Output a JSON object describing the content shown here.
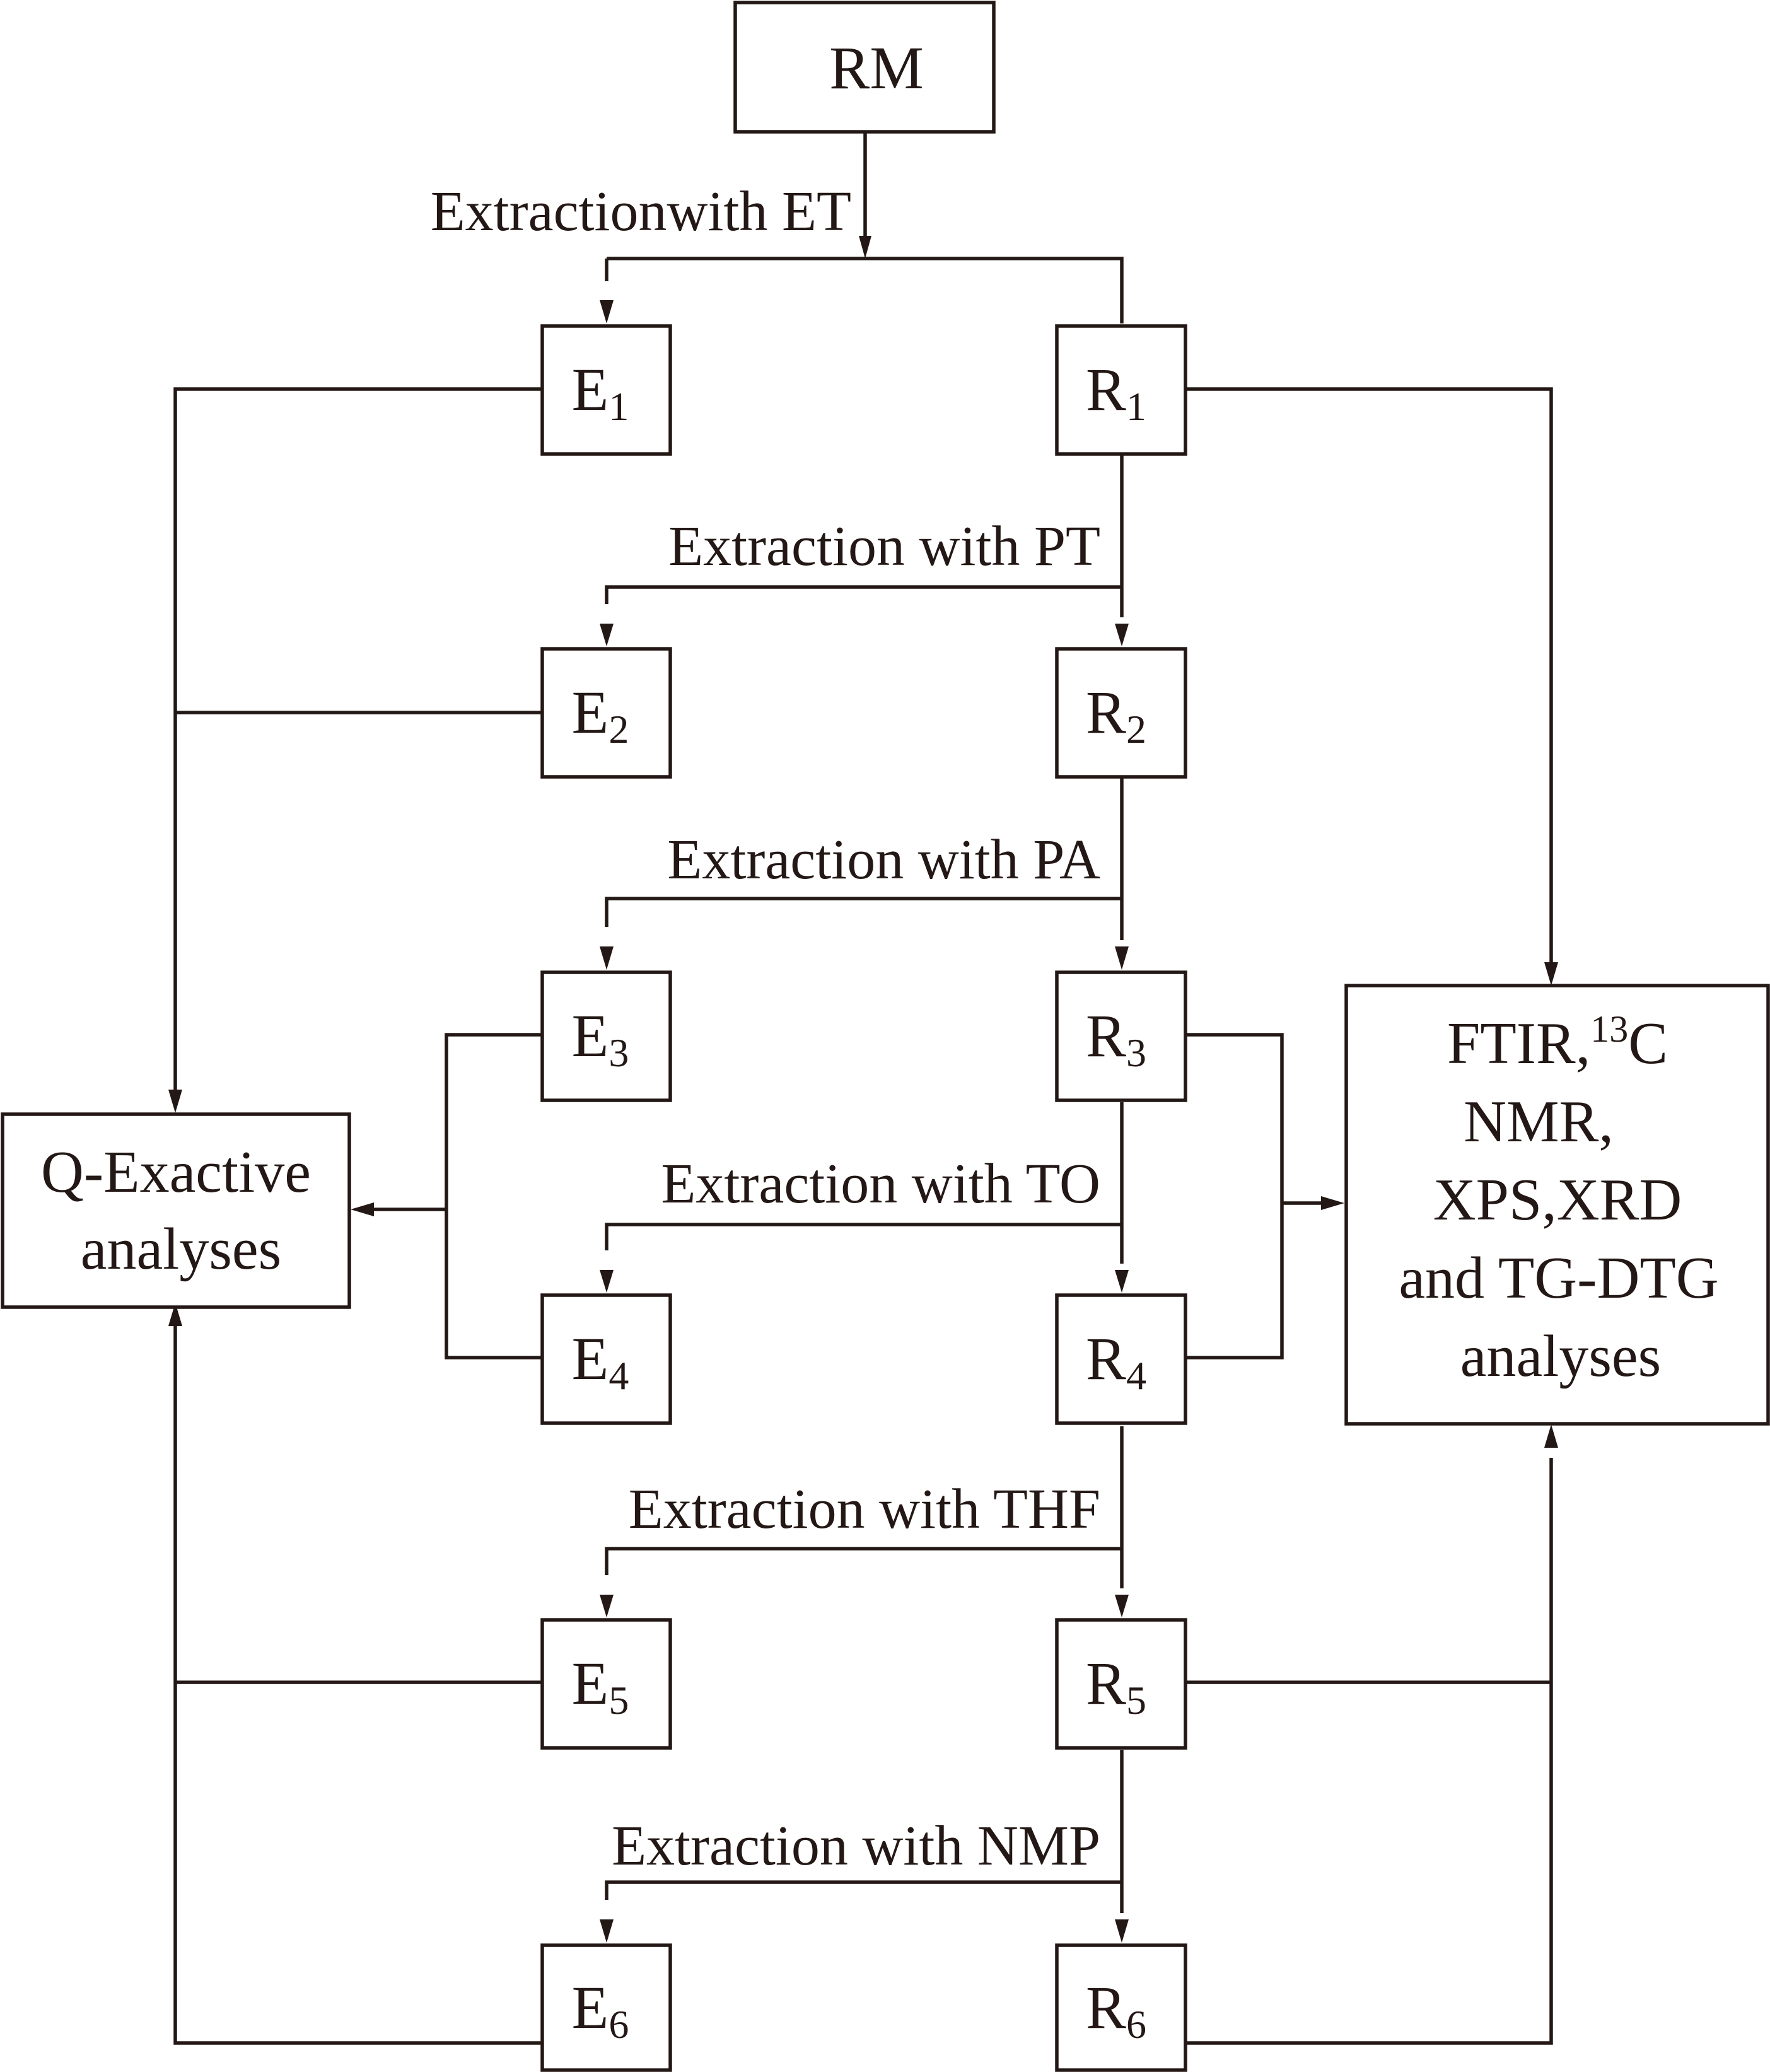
{
  "colors": {
    "ink": "#231815",
    "background": "#ffffff"
  },
  "root": {
    "label": "RM"
  },
  "steps": [
    {
      "text": "Extractionwith ET"
    },
    {
      "text": "Extraction with PT"
    },
    {
      "text": "Extraction with PA"
    },
    {
      "text": "Extraction with TO"
    },
    {
      "text": "Extraction with THF"
    },
    {
      "text": "Extraction with NMP"
    }
  ],
  "extracts": [
    {
      "letter": "E",
      "index": "1"
    },
    {
      "letter": "E",
      "index": "2"
    },
    {
      "letter": "E",
      "index": "3"
    },
    {
      "letter": "E",
      "index": "4"
    },
    {
      "letter": "E",
      "index": "5"
    },
    {
      "letter": "E",
      "index": "6"
    }
  ],
  "residues": [
    {
      "letter": "R",
      "index": "1"
    },
    {
      "letter": "R",
      "index": "2"
    },
    {
      "letter": "R",
      "index": "3"
    },
    {
      "letter": "R",
      "index": "4"
    },
    {
      "letter": "R",
      "index": "5"
    },
    {
      "letter": "R",
      "index": "6"
    }
  ],
  "left_box": {
    "line1": "Q-Exactive",
    "line2": "analyses"
  },
  "right_box": {
    "line1_prefix": "FTIR,",
    "line1_sup": "13",
    "line1_suffix": "C",
    "line2": "NMR,",
    "line3": "XPS,XRD",
    "line4": "and TG-DTG",
    "line5": "analyses"
  }
}
